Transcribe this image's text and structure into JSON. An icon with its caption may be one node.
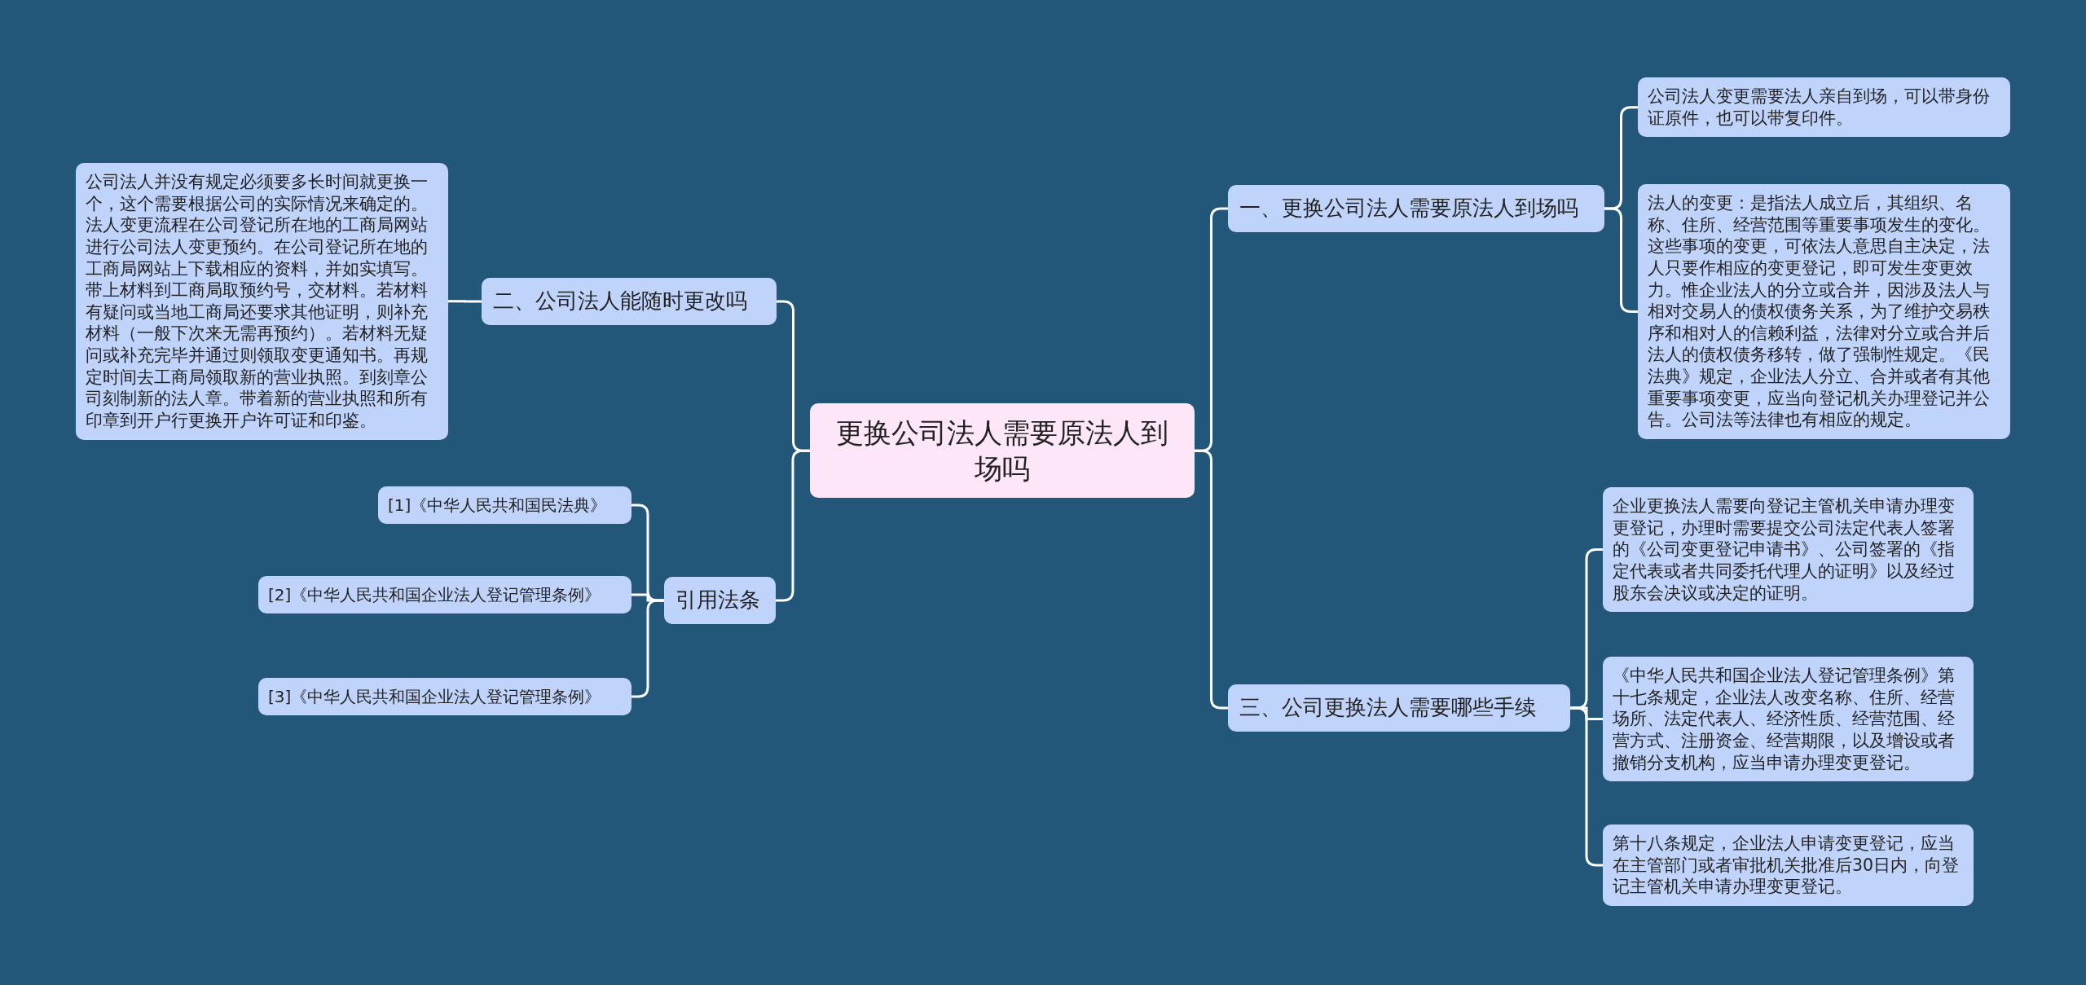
{
  "diagram": {
    "nodes": [
      {
        "text": [
          "更换公司法人需要原法人到场吗"
        ]
      },
      {
        "text": [
          "二、公司法人能随时更改吗"
        ]
      },
      {
        "text": [
          "公司法人并没有规定必须要多长时间就更换一个，这个需要根据公司的实际情况来确定的。法人变更流程在公司登记所在地的工商局网站进行公司法人变更预约。在公司登记所在地的工商局网站上下载相应的资料，并如实填写。带上材料到工商局取预约号，交材料。若材料有疑问或当地工商局还要求其他证明，则补充材料（一般下次来无需再预约）。若材料无疑问或补充完毕并通过则领取变更通知书。再规定时间去工商局领取新的营业执照。到刻章公司刻制新的法人章。带着新的营业执照和所有印章到开户行更换开户许可证和印鉴。"
        ]
      },
      {
        "text": [
          "引用法条"
        ]
      },
      {
        "text": [
          "[1]《中华人民共和国民法典》"
        ]
      },
      {
        "text": [
          "[2]《中华人民共和国企业法人登记管理条例》"
        ]
      },
      {
        "text": [
          "[3]《中华人民共和国企业法人登记管理条例》"
        ]
      },
      {
        "text": [
          "一、更换公司法人需要原法人到场吗"
        ]
      },
      {
        "text": [
          "公司法人变更需要法人亲自到场，可以带身份证原件，也可以带复印件。"
        ]
      },
      {
        "text": [
          "法人的变更：是指法人成立后，其组织、名称、住所、经营范围等重要事项发生的变化。这些事项的变更，可依法人意思自主决定，法人只要作相应的变更登记，即可发生变更效力。惟企业法人的分立或合并，因涉及法人与相对交易人的债权债务关系，为了维护交易秩序和相对人的信赖利益，法律对分立或合并后法人的债权债务移转，做了强制性规定。《民法典》规定，企业法人分立、合并或者有其他重要事项变更，应当向登记机关办理登记并公告。公司法等法律也有相应的规定。"
        ]
      },
      {
        "text": [
          "三、公司更换法人需要哪些手续"
        ]
      },
      {
        "text": [
          "企业更换法人需要向登记主管机关申请办理变更登记，办理时需要提交公司法定代表人签署的《公司变更登记申请书》、公司签署的《指定代表或者共同委托代理人的证明》以及经过股东会决议或决定的证明。"
        ]
      },
      {
        "text": [
          "《中华人民共和国企业法人登记管理条例》第十七条规定，企业法人改变名称、住所、经营场所、法定代表人、经济性质、经营范围、经营方式、注册资金、经营期限，以及增设或者撤销分支机构，应当申请办理变更登记。"
        ]
      },
      {
        "text": [
          "第十八条规定，企业法人申请变更登记，应当在主管部门或者审批机关批准后30日内，向登记主管机关申请办理变更登记。"
        ]
      }
    ],
    "edges": [
      {
        "from": 0,
        "to": 1,
        "arrow": "none"
      },
      {
        "from": 1,
        "to": 2,
        "arrow": "none"
      },
      {
        "from": 0,
        "to": 3,
        "arrow": "none"
      },
      {
        "from": 3,
        "to": 4,
        "arrow": "none"
      },
      {
        "from": 3,
        "to": 5,
        "arrow": "none"
      },
      {
        "from": 3,
        "to": 6,
        "arrow": "none"
      },
      {
        "from": 0,
        "to": 7,
        "arrow": "none"
      },
      {
        "from": 7,
        "to": 8,
        "arrow": "none"
      },
      {
        "from": 7,
        "to": 9,
        "arrow": "none"
      },
      {
        "from": 0,
        "to": 10,
        "arrow": "none"
      },
      {
        "from": 10,
        "to": 11,
        "arrow": "none"
      },
      {
        "from": 10,
        "to": 12,
        "arrow": "none"
      },
      {
        "from": 10,
        "to": 13,
        "arrow": "none"
      }
    ]
  }
}
